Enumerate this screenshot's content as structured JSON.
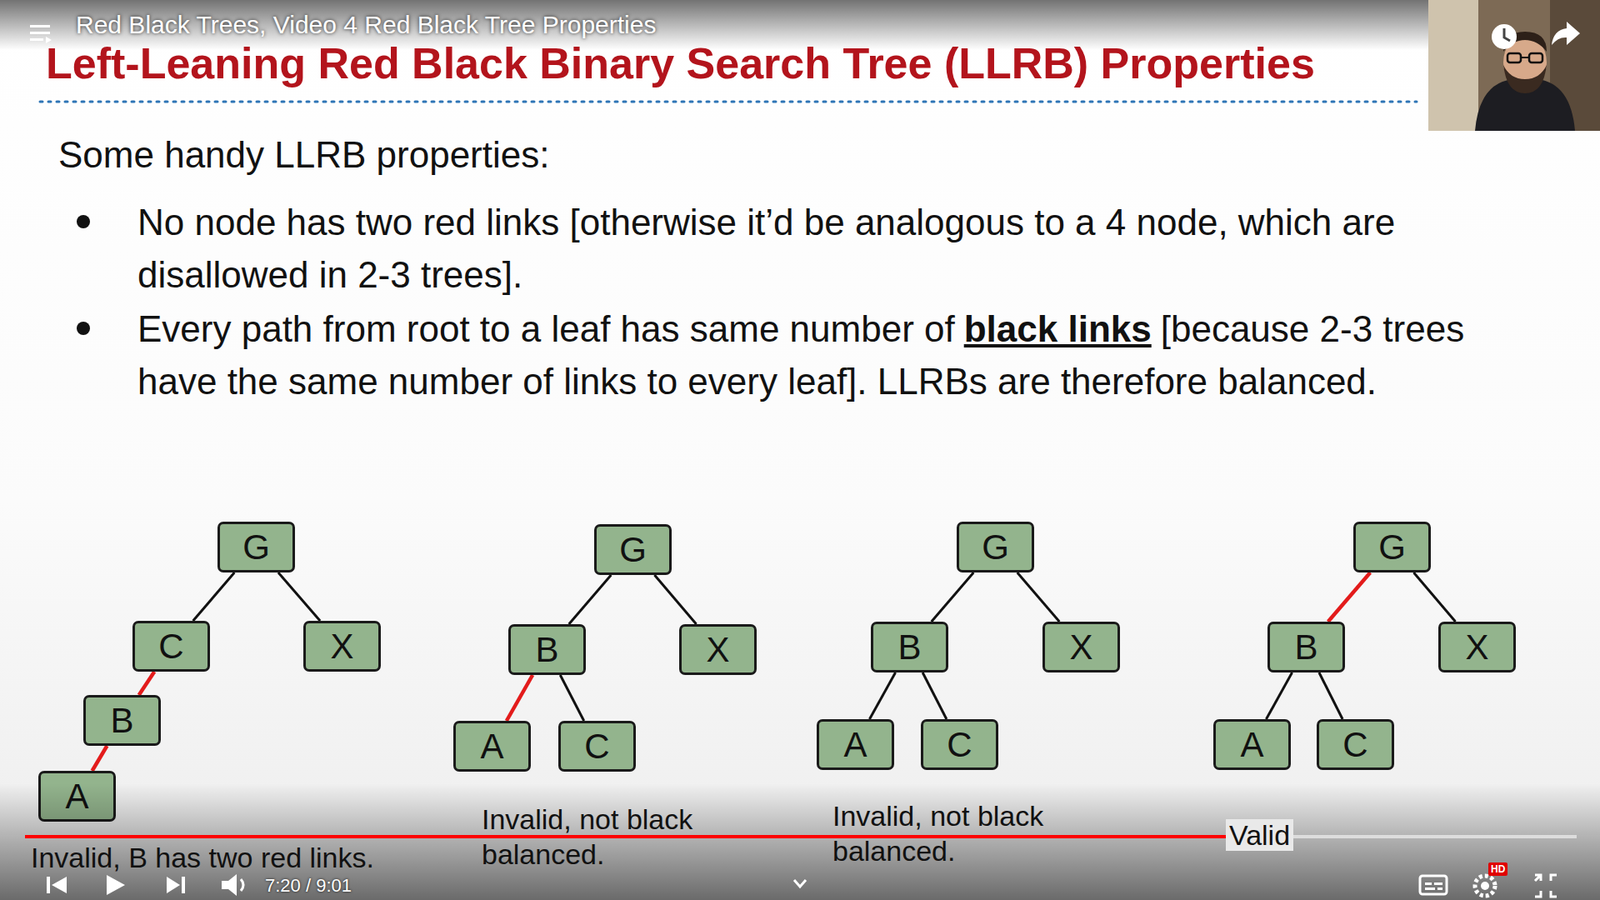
{
  "diagram": {
    "title": "Left-Leaning Red Black Binary Search Tree (LLRB) Properties",
    "nodes": [
      {
        "text": [
          "G"
        ]
      },
      {
        "text": [
          "C"
        ]
      },
      {
        "text": [
          "X"
        ]
      },
      {
        "text": [
          "B"
        ]
      },
      {
        "text": [
          "A"
        ]
      },
      {
        "text": [
          "G"
        ]
      },
      {
        "text": [
          "B"
        ]
      },
      {
        "text": [
          "X"
        ]
      },
      {
        "text": [
          "A"
        ]
      },
      {
        "text": [
          "C"
        ]
      },
      {
        "text": [
          "G"
        ]
      },
      {
        "text": [
          "B"
        ]
      },
      {
        "text": [
          "X"
        ]
      },
      {
        "text": [
          "A"
        ]
      },
      {
        "text": [
          "C"
        ]
      },
      {
        "text": [
          "G"
        ]
      },
      {
        "text": [
          "B"
        ]
      },
      {
        "text": [
          "X"
        ]
      },
      {
        "text": [
          "A"
        ]
      },
      {
        "text": [
          "C"
        ]
      }
    ],
    "edges": [
      {
        "from": 0,
        "to": 1,
        "arrow": "none"
      },
      {
        "from": 0,
        "to": 2,
        "arrow": "none"
      },
      {
        "from": 1,
        "to": 3,
        "arrow": "none"
      },
      {
        "from": 3,
        "to": 4,
        "arrow": "none"
      },
      {
        "from": 5,
        "to": 6,
        "arrow": "none"
      },
      {
        "from": 5,
        "to": 7,
        "arrow": "none"
      },
      {
        "from": 6,
        "to": 8,
        "arrow": "none"
      },
      {
        "from": 6,
        "to": 9,
        "arrow": "none"
      },
      {
        "from": 10,
        "to": 11,
        "arrow": "none"
      },
      {
        "from": 10,
        "to": 12,
        "arrow": "none"
      },
      {
        "from": 11,
        "to": 13,
        "arrow": "none"
      },
      {
        "from": 11,
        "to": 14,
        "arrow": "none"
      },
      {
        "from": 15,
        "to": 16,
        "arrow": "none"
      },
      {
        "from": 15,
        "to": 17,
        "arrow": "none"
      },
      {
        "from": 16,
        "to": 18,
        "arrow": "none"
      },
      {
        "from": 16,
        "to": 19,
        "arrow": "none"
      }
    ],
    "labels": [
      "Red Black Trees, Video 4 Red Black Tree Properties",
      "Some handy LLRB properties:",
      "No node has two red links [otherwise it’d be analogous to a 4 node, which are disallowed in 2-3 trees].",
      "Every path from root to a leaf has same number of",
      "black links",
      "[because 2-3 trees have the same number of links to every leaf]. LLRBs are therefore balanced.",
      "Invalid, B has two red links.",
      "Invalid, not black balanced.",
      "Invalid, not black balanced.",
      "Valid",
      "7:20 / 9:01",
      "HD"
    ]
  }
}
